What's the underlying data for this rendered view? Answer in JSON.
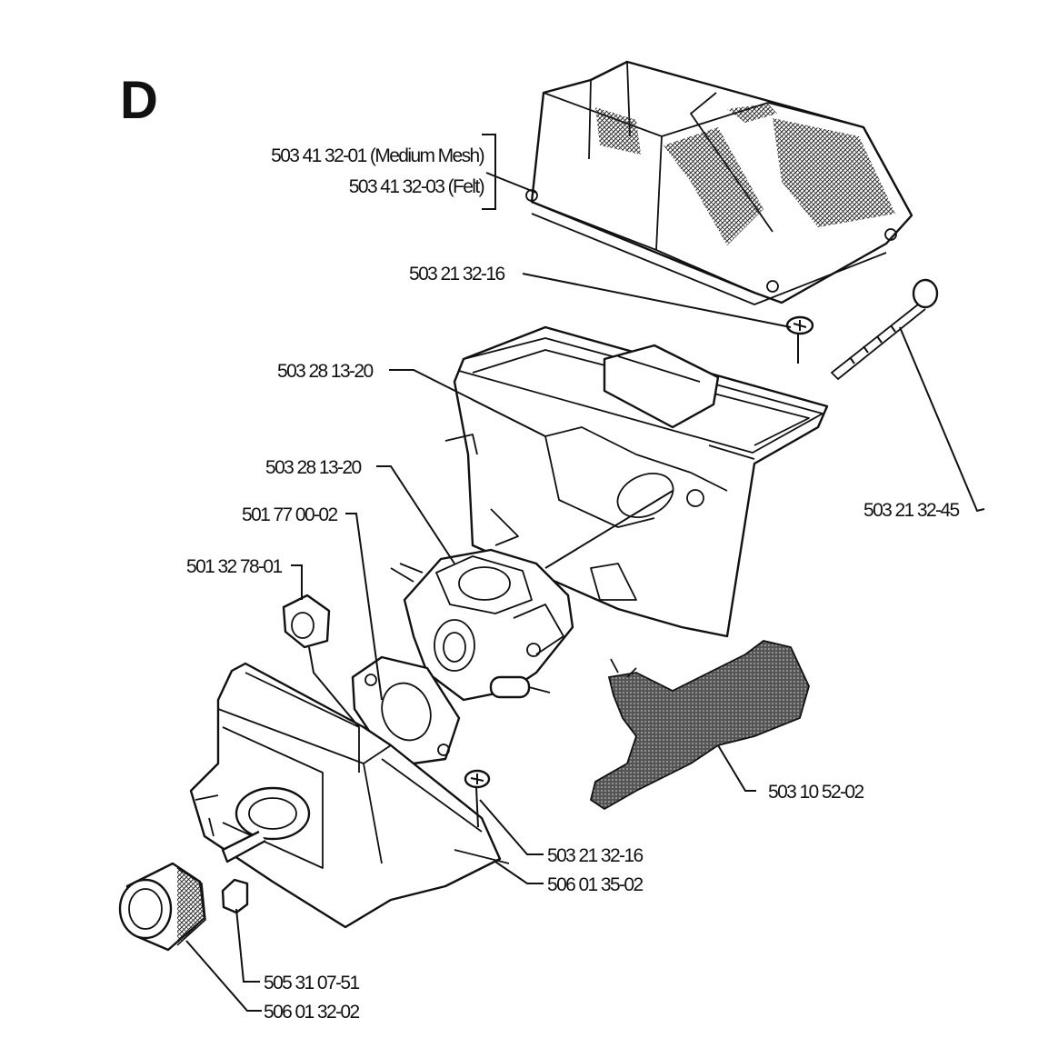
{
  "section_letter": "D",
  "labels": {
    "filter_medium_mesh": "503 41 32-01 (Medium Mesh)",
    "filter_felt": "503 41 32-03 (Felt)",
    "screw_top": "503 21 32-16",
    "filter_holder": "503 28 13-20",
    "carburetor": "503 28 13-20",
    "gasket": "501 77 00-02",
    "grommet": "501 32 78-01",
    "bolt": "503 21 32-45",
    "throttle_lever": "503 10 52-02",
    "screw_bottom": "503 21 32-16",
    "intake_housing": "506 01 35-02",
    "nut": "505 31 07-51",
    "sleeve": "506 01 32-02"
  }
}
